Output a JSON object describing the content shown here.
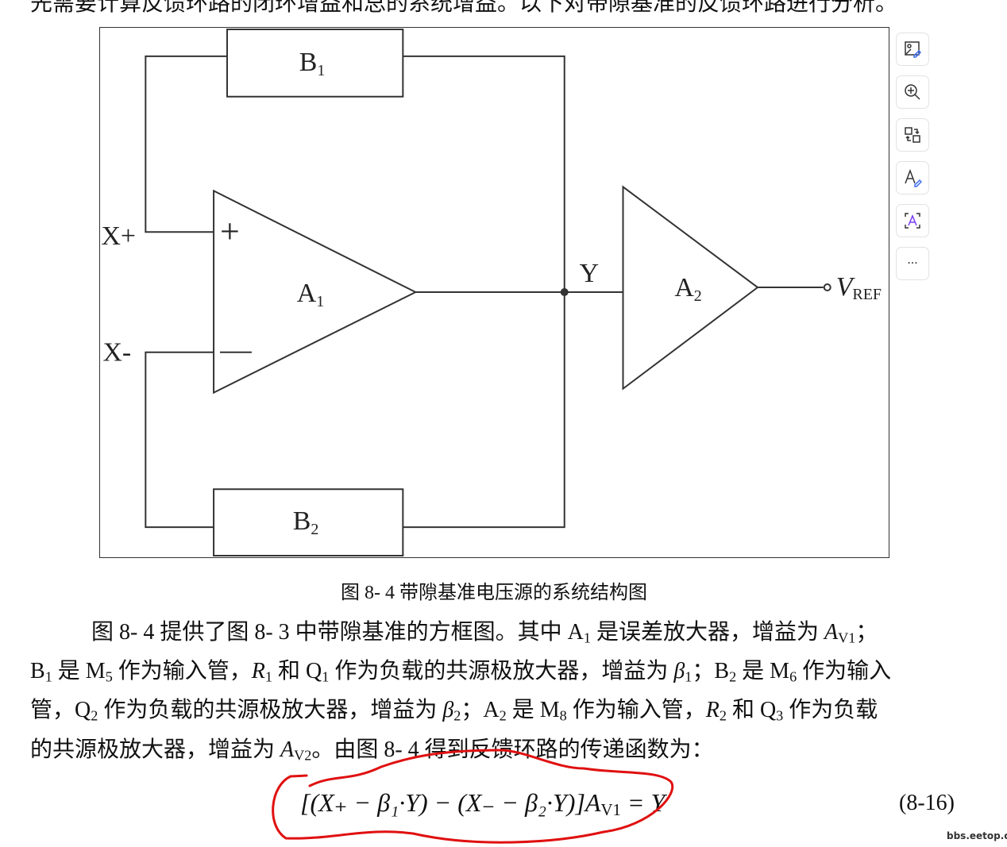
{
  "top_text": "先需要计算反馈环路的闭环增益和总的系统增益。以下对带隙基准的反馈环路进行分析。",
  "diagram": {
    "b1": "B",
    "b1_sub": "1",
    "b2": "B",
    "b2_sub": "2",
    "a1": "A",
    "a1_sub": "1",
    "a2": "A",
    "a2_sub": "2",
    "xplus": "X+",
    "xminus": "X-",
    "plus": "+",
    "y": "Y",
    "vref": "V",
    "vref_sub": "REF"
  },
  "caption": "图 8- 4 带隙基准电压源的系统结构图",
  "paragraph": [
    [
      "图 8- 4 提供了图 8- 3 中带隙基准的方框图。其中 A",
      "1",
      " 是误差放大器，增益为 ",
      "A",
      "V1",
      "；"
    ],
    [
      "B",
      "1",
      " 是 M",
      "5",
      " 作为输入管，",
      "R",
      "1",
      " 和 Q",
      "1",
      " 作为负载的共源极放大器，增益为 ",
      "β",
      "1",
      "；B",
      "2",
      " 是 M",
      "6",
      " 作为输入"
    ],
    [
      "管，Q",
      "2",
      " 作为负载的共源极放大器，增益为 ",
      "β",
      "2",
      "；A",
      "2",
      " 是 M",
      "8",
      " 作为输入管，",
      "R",
      "2",
      " 和 Q",
      "3",
      " 作为负载"
    ],
    [
      "的共源极放大器，增益为 ",
      "A",
      "V2",
      "。由图 8- 4 得到反馈环路的传递函数为："
    ]
  ],
  "equation": {
    "text": "[(X₊ − β₁·Y) − (X₋ − β₂·Y)]A",
    "sub": "V1",
    "rhs": " = Y",
    "number": "(8-16)"
  },
  "toolbar": [
    {
      "icon": "image-edit-icon"
    },
    {
      "icon": "zoom-in-icon"
    },
    {
      "icon": "swap-icon"
    },
    {
      "icon": "text-edit-icon"
    },
    {
      "icon": "ocr-text-icon"
    },
    {
      "icon": "more-icon",
      "label": "···"
    }
  ],
  "watermark": "bbs.eetop.cn",
  "colors": {
    "annotation": "#e01010",
    "accent": "#3b6cf0",
    "ocr": "#7a3cf0"
  }
}
